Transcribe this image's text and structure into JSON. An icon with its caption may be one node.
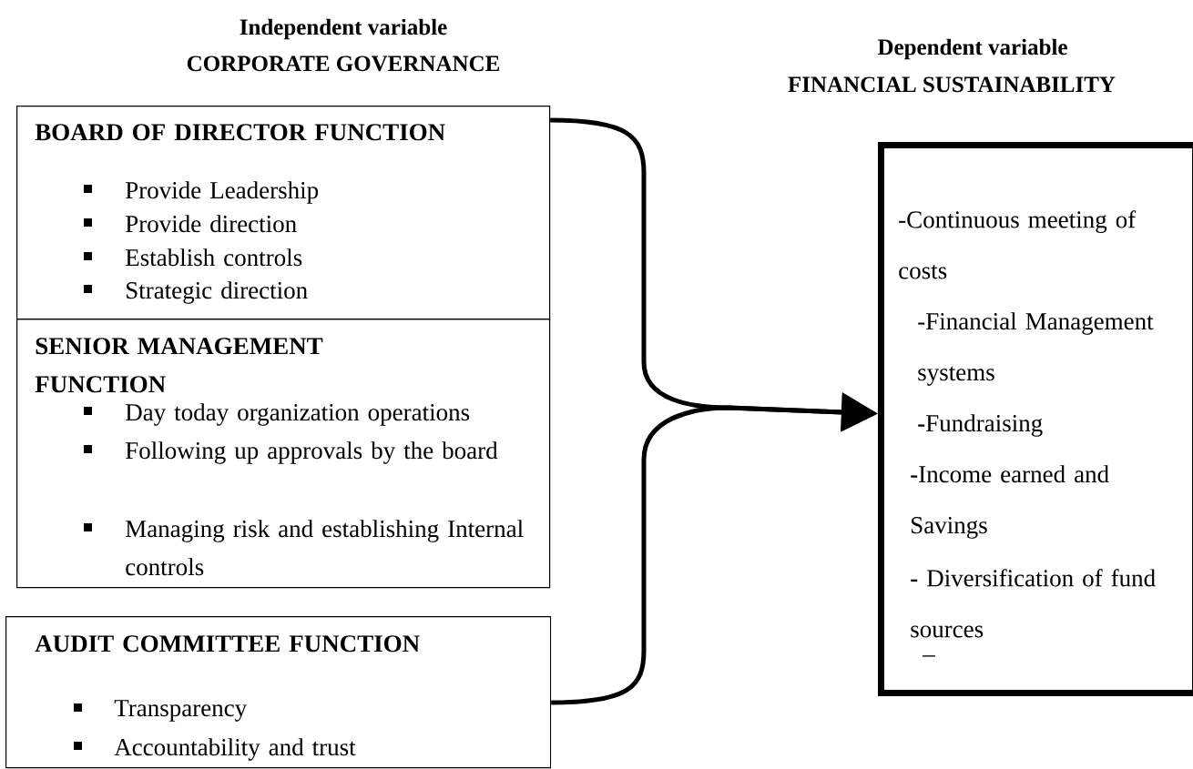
{
  "diagram": {
    "nodes": [
      {
        "text": [
          "BOARD OF DIRECTOR FUNCTION",
          "Provide Leadership",
          "Provide direction",
          "Establish controls",
          "Strategic direction"
        ]
      },
      {
        "text": [
          "SENIOR MANAGEMENT FUNCTION",
          "Day today organization operations",
          "Following up approvals by the board",
          "Managing risk and establishing Internal controls"
        ]
      },
      {
        "text": [
          "AUDIT COMMITTEE FUNCTION",
          "Transparency",
          "Accountability and trust"
        ]
      },
      {
        "text": [
          "-Continuous meeting of costs",
          "-Financial Management systems",
          "**-**Fundraising",
          "**-**Income earned and Savings",
          "**-** Diversification of fund sources",
          "–"
        ]
      }
    ],
    "edges": [
      {
        "from": 0,
        "to": 3,
        "arrow": "to"
      },
      {
        "from": 2,
        "to": 3,
        "arrow": "to"
      }
    ],
    "labels": [
      "Independent variable",
      "CORPORATE GOVERNANCE",
      "Dependent variable",
      "FINANCIAL SUSTAINABILITY"
    ]
  }
}
